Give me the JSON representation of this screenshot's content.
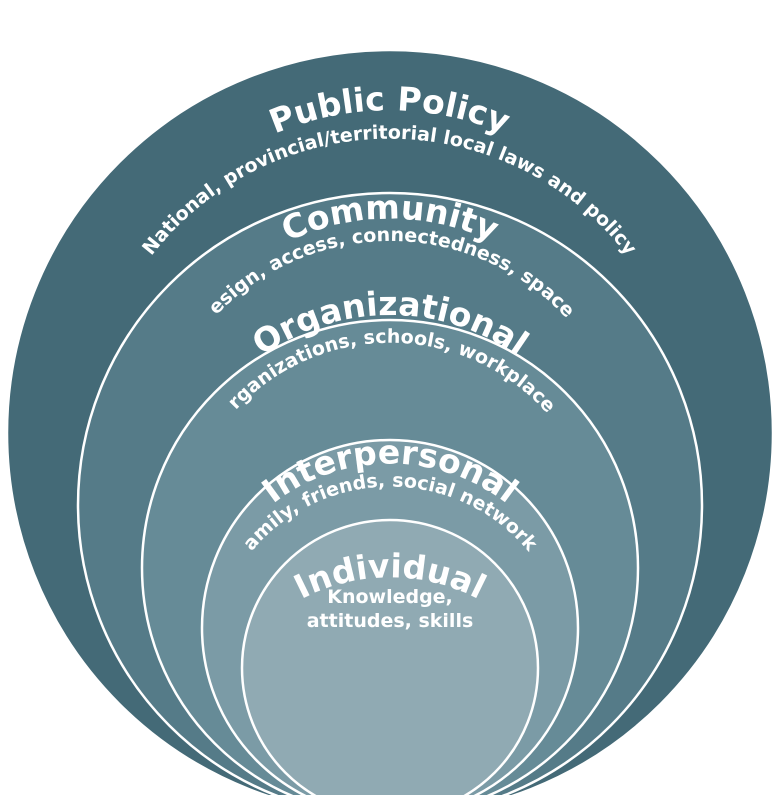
{
  "levels": [
    {
      "title": "Public Policy",
      "subtitle": "National, provincial/territorial local laws and policy",
      "color": "#446a77"
    },
    {
      "title": "Community",
      "subtitle": "Design, access, connectedness, spaces",
      "color": "#557b88"
    },
    {
      "title": "Organizational",
      "subtitle": "Organizations, schools, workplaces",
      "color": "#668b97"
    },
    {
      "title": "Interpersonal",
      "subtitle": "Family, friends, social networks",
      "color": "#7b9ba6"
    },
    {
      "title": "Individual",
      "subtitle_lines": [
        "Knowledge,",
        "attitudes, skills"
      ],
      "color": "#90aab3"
    }
  ]
}
